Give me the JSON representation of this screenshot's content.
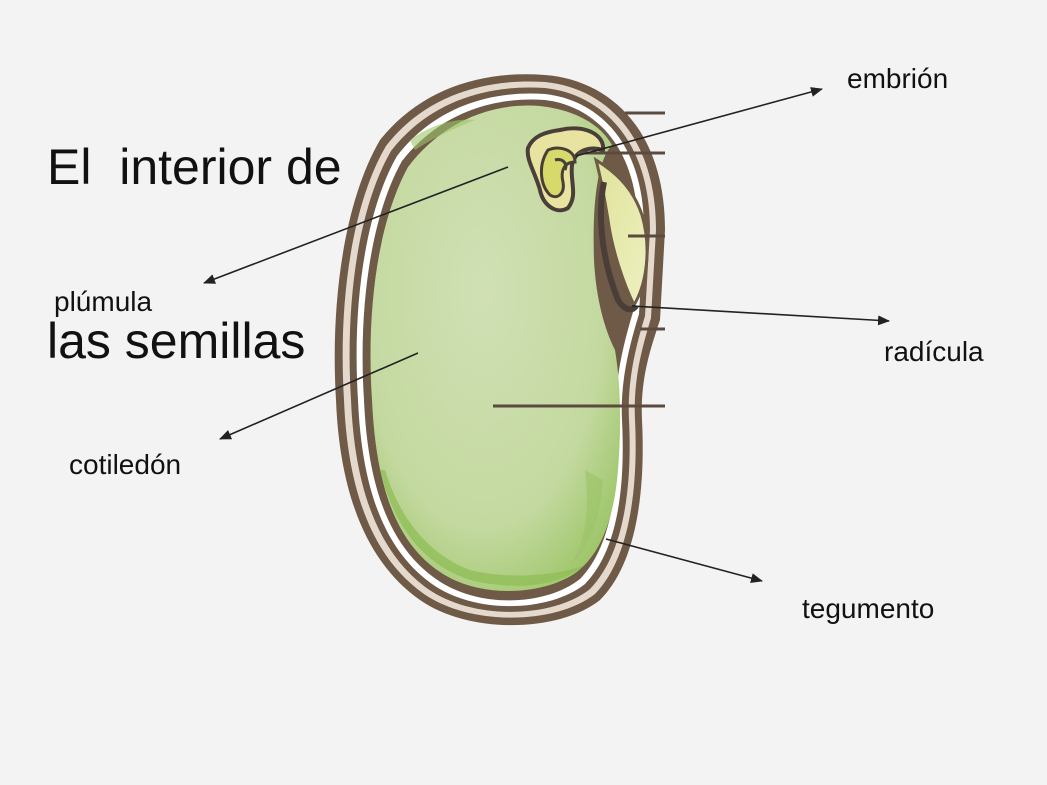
{
  "title": {
    "line1": "El  interior de",
    "line2": "las semillas"
  },
  "labels": {
    "embrion": "embrión",
    "plumula": "plúmula",
    "radicula": "radícula",
    "cotiledon": "cotiledón",
    "tegumento": "tegumento"
  },
  "colors": {
    "background": "#f3f3f3",
    "cotyledon_fill": "#c9dca6",
    "cotyledon_dark": "#9cc46a",
    "seed_coat": "#6e5a47",
    "coat_inner": "#ffffff",
    "radicle_fill": "#e3e6a4",
    "plumule_fill": "#d8d96b",
    "arrow": "#222222",
    "guide_line": "#5a4a40"
  }
}
